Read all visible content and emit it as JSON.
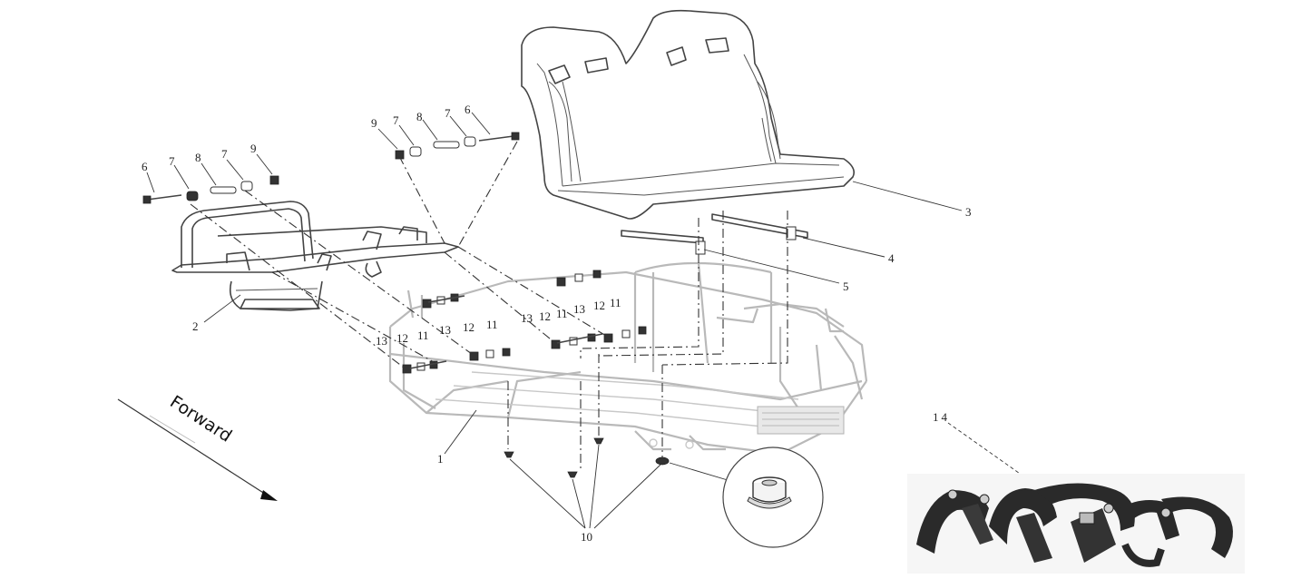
{
  "diagram": {
    "direction_label": "Forward",
    "callouts": {
      "c1": "1",
      "c2": "2",
      "c3": "3",
      "c4": "4",
      "c5": "5",
      "c6a": "6",
      "c7a": "7",
      "c8a": "8",
      "c7b": "7",
      "c9a": "9",
      "c9b": "9",
      "c7c": "7",
      "c8b": "8",
      "c7d": "7",
      "c6b": "6",
      "c10": "10",
      "c11a": "11",
      "c12a": "12",
      "c13a": "13",
      "c11b": "11",
      "c12b": "12",
      "c13b": "13",
      "c11c": "11",
      "c12c": "12",
      "c13c": "13",
      "c11d": "11",
      "c12d": "12",
      "c13d": "13",
      "c14": "14"
    },
    "icons": [
      "frame-assembly-icon",
      "seat-icon",
      "rear-rack-icon",
      "seat-belt-icon",
      "nut-detail-icon",
      "forward-arrow-icon"
    ],
    "colors": {
      "line": "#444444",
      "frame": "#b9b9b9",
      "belt": "#2a2a2a"
    }
  }
}
